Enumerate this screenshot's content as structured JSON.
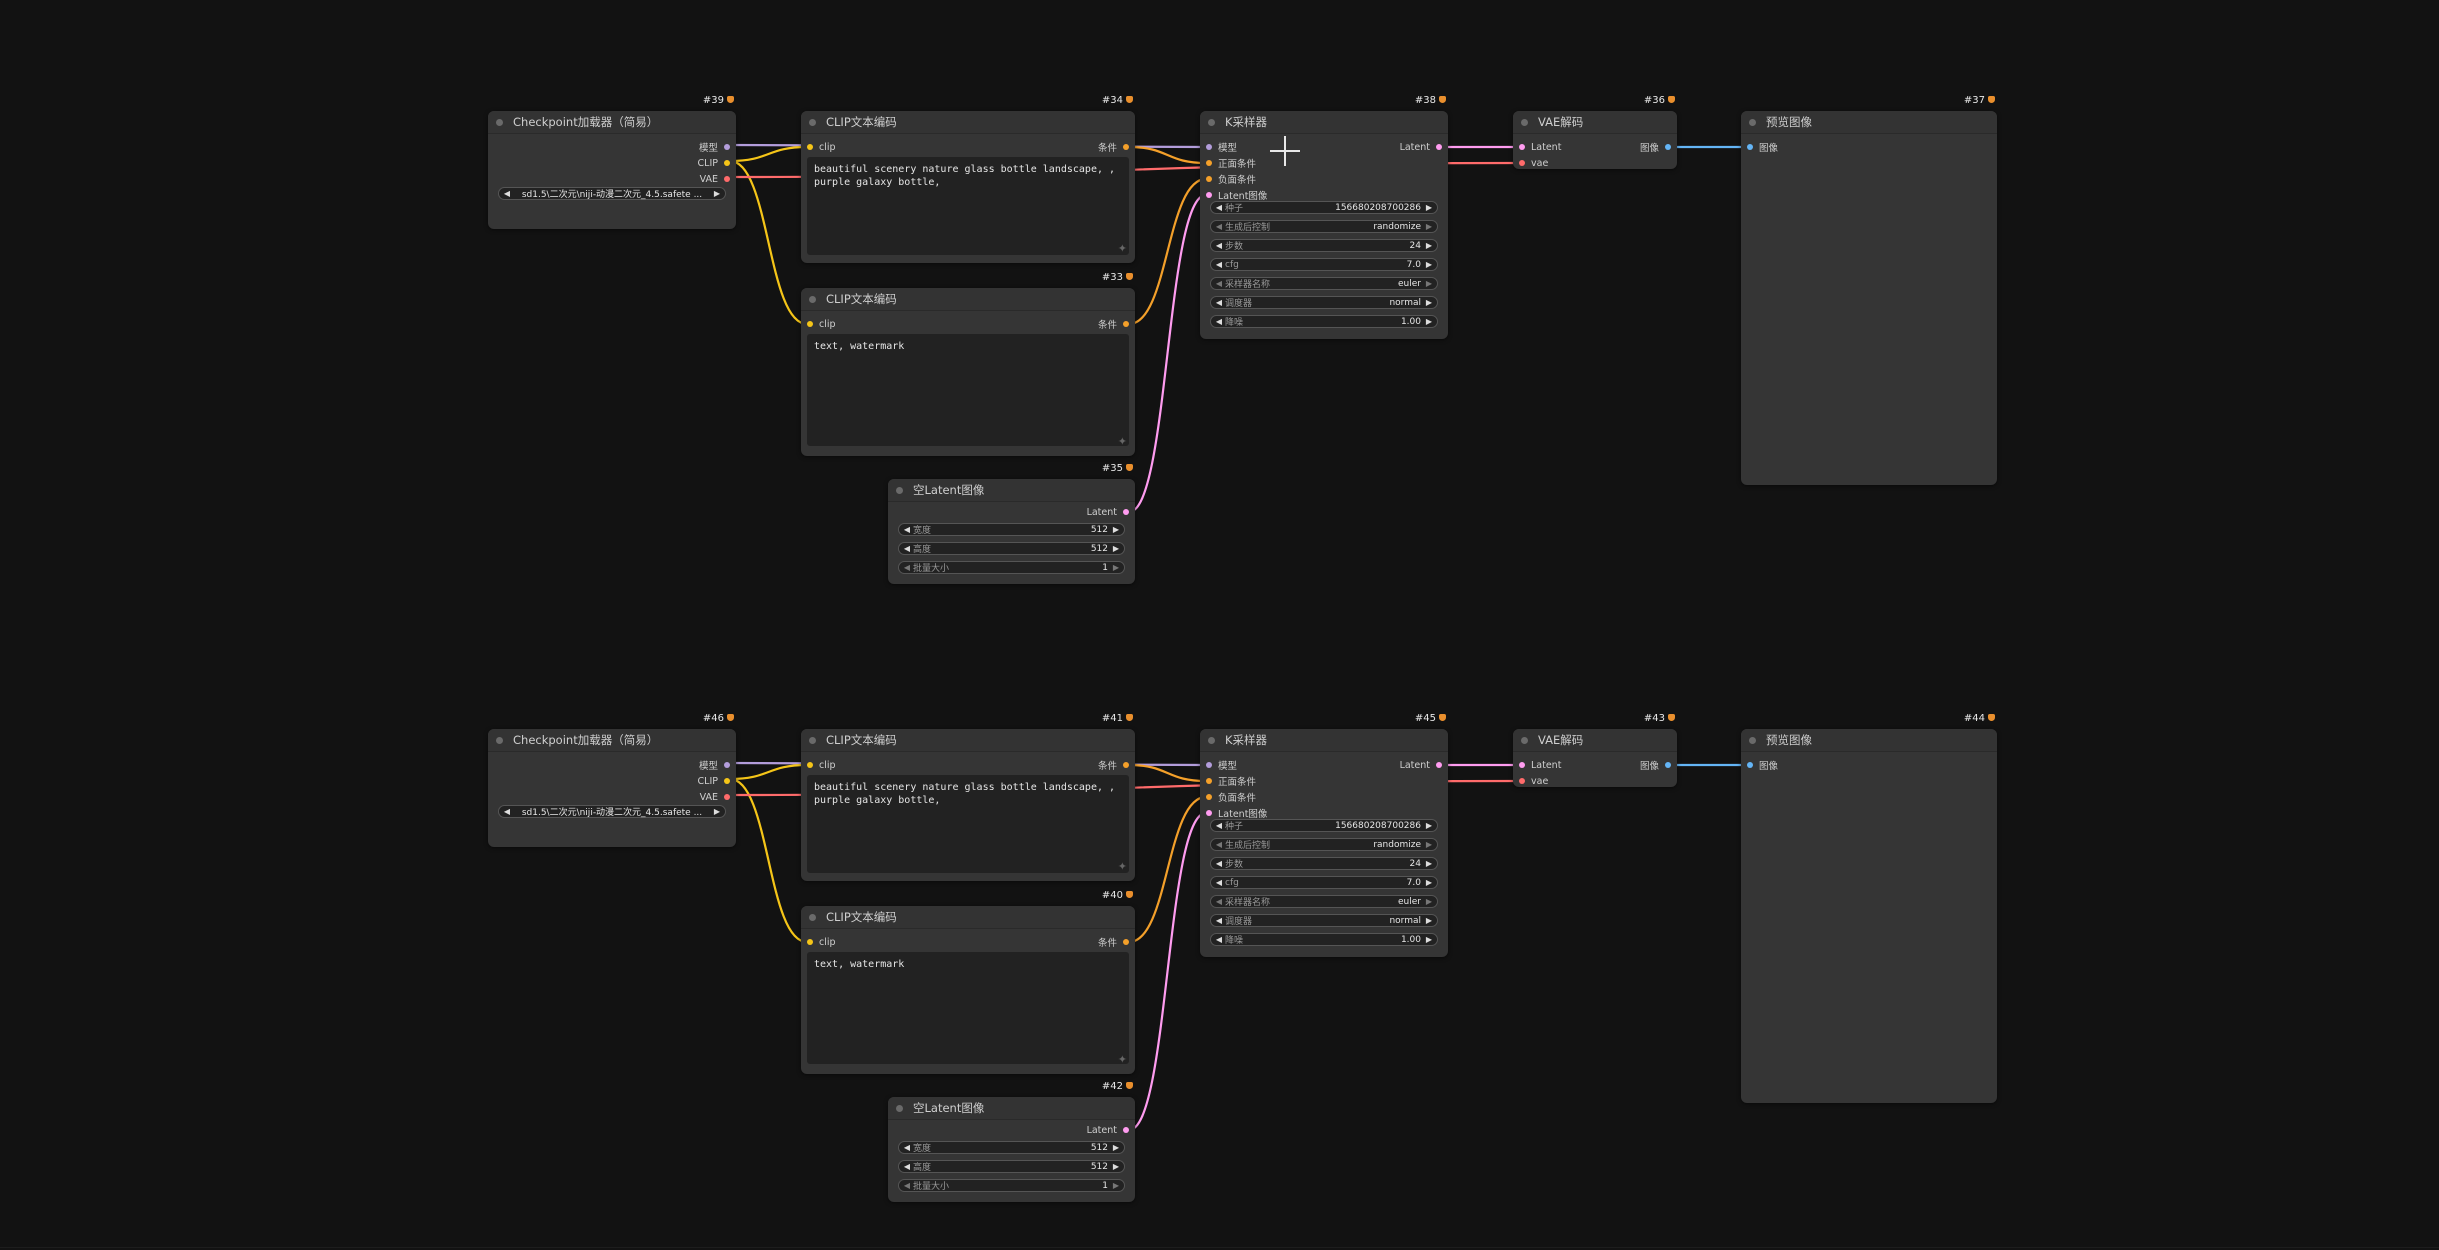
{
  "colors": {
    "model": "#b39ddb",
    "clip": "#f5c518",
    "vae": "#ff6b6b",
    "conditioning": "#f4a02a",
    "latent": "#ff9cf0",
    "image": "#64b5f6"
  },
  "groups": [
    {
      "checkpoint": {
        "id": "#39",
        "title": "Checkpoint加载器（简易）",
        "outputs": {
          "model": "模型",
          "clip": "CLIP",
          "vae": "VAE"
        },
        "ckpt_name": "sd1.5\\二次元\\niji-动漫二次元_4.5.safete ..."
      },
      "clip_pos": {
        "id": "#34",
        "title": "CLIP文本编码",
        "input_clip": "clip",
        "output": "条件",
        "text": "beautiful scenery nature glass bottle landscape, ,\npurple galaxy bottle,"
      },
      "clip_neg": {
        "id": "#33",
        "title": "CLIP文本编码",
        "input_clip": "clip",
        "output": "条件",
        "text": "text, watermark"
      },
      "latent": {
        "id": "#35",
        "title": "空Latent图像",
        "output": "Latent",
        "width_label": "宽度",
        "width": "512",
        "height_label": "高度",
        "height": "512",
        "batch_label": "批量大小",
        "batch": "1"
      },
      "ksampler": {
        "id": "#38",
        "title": "K采样器",
        "inputs": {
          "model": "模型",
          "positive": "正面条件",
          "negative": "负面条件",
          "latent": "Latent图像"
        },
        "output": "Latent",
        "seed_label": "种子",
        "seed": "156680208700286",
        "control_label": "生成后控制",
        "control": "randomize",
        "steps_label": "步数",
        "steps": "24",
        "cfg_label": "cfg",
        "cfg": "7.0",
        "sampler_label": "采样器名称",
        "sampler": "euler",
        "scheduler_label": "调度器",
        "scheduler": "normal",
        "denoise_label": "降噪",
        "denoise": "1.00"
      },
      "vae_decode": {
        "id": "#36",
        "title": "VAE解码",
        "input_latent": "Latent",
        "input_vae": "vae",
        "output": "图像"
      },
      "preview": {
        "id": "#37",
        "title": "预览图像",
        "input": "图像"
      }
    },
    {
      "checkpoint": {
        "id": "#46",
        "title": "Checkpoint加载器（简易）",
        "outputs": {
          "model": "模型",
          "clip": "CLIP",
          "vae": "VAE"
        },
        "ckpt_name": "sd1.5\\二次元\\niji-动漫二次元_4.5.safete ..."
      },
      "clip_pos": {
        "id": "#41",
        "title": "CLIP文本编码",
        "input_clip": "clip",
        "output": "条件",
        "text": "beautiful scenery nature glass bottle landscape, ,\npurple galaxy bottle,"
      },
      "clip_neg": {
        "id": "#40",
        "title": "CLIP文本编码",
        "input_clip": "clip",
        "output": "条件",
        "text": "text, watermark"
      },
      "latent": {
        "id": "#42",
        "title": "空Latent图像",
        "output": "Latent",
        "width_label": "宽度",
        "width": "512",
        "height_label": "高度",
        "height": "512",
        "batch_label": "批量大小",
        "batch": "1"
      },
      "ksampler": {
        "id": "#45",
        "title": "K采样器",
        "inputs": {
          "model": "模型",
          "positive": "正面条件",
          "negative": "负面条件",
          "latent": "Latent图像"
        },
        "output": "Latent",
        "seed_label": "种子",
        "seed": "156680208700286",
        "control_label": "生成后控制",
        "control": "randomize",
        "steps_label": "步数",
        "steps": "24",
        "cfg_label": "cfg",
        "cfg": "7.0",
        "sampler_label": "采样器名称",
        "sampler": "euler",
        "scheduler_label": "调度器",
        "scheduler": "normal",
        "denoise_label": "降噪",
        "denoise": "1.00"
      },
      "vae_decode": {
        "id": "#43",
        "title": "VAE解码",
        "input_latent": "Latent",
        "input_vae": "vae",
        "output": "图像"
      },
      "preview": {
        "id": "#44",
        "title": "预览图像",
        "input": "图像"
      }
    }
  ]
}
